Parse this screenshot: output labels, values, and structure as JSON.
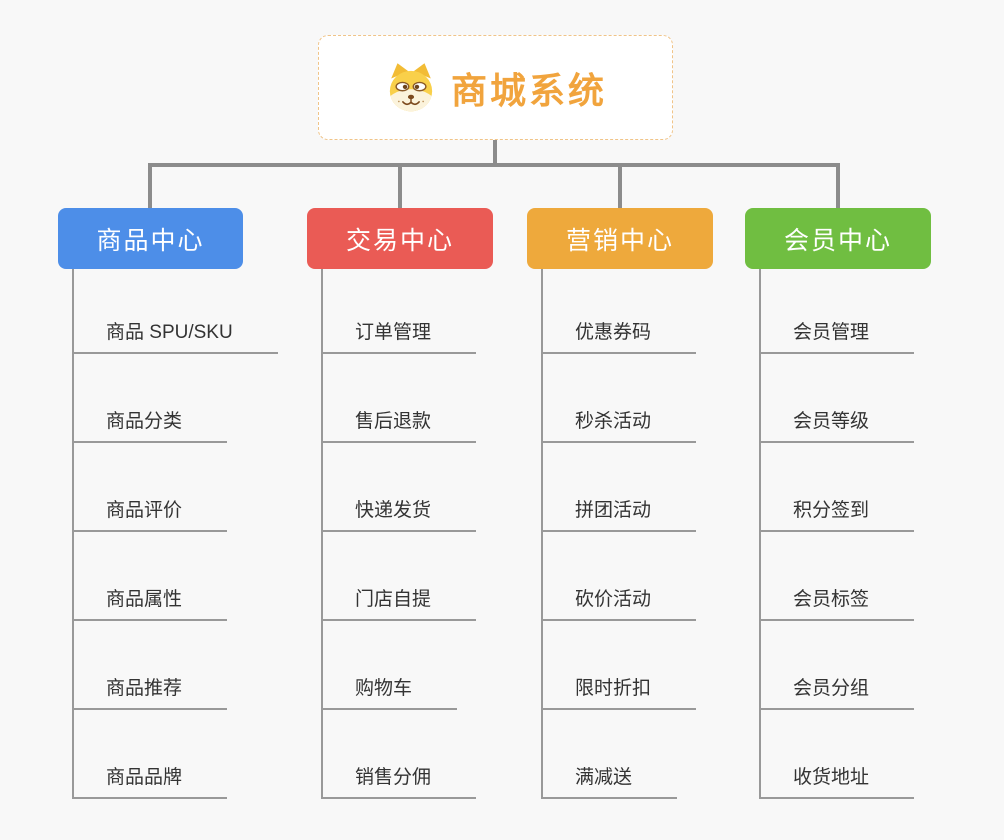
{
  "root": {
    "title": "商城系统",
    "icon": "dog-face-icon",
    "accent_color": "#f1a43d",
    "border_color": "#f0c488"
  },
  "connector_color": "#8c8c8c",
  "branches": [
    {
      "label": "商品中心",
      "color": "#4d8ee8",
      "items": [
        "商品 SPU/SKU",
        "商品分类",
        "商品评价",
        "商品属性",
        "商品推荐",
        "商品品牌"
      ]
    },
    {
      "label": "交易中心",
      "color": "#ea5b55",
      "items": [
        "订单管理",
        "售后退款",
        "快递发货",
        "门店自提",
        "购物车",
        "销售分佣"
      ]
    },
    {
      "label": "营销中心",
      "color": "#eea93c",
      "items": [
        "优惠券码",
        "秒杀活动",
        "拼团活动",
        "砍价活动",
        "限时折扣",
        "满减送"
      ]
    },
    {
      "label": "会员中心",
      "color": "#70be41",
      "items": [
        "会员管理",
        "会员等级",
        "积分签到",
        "会员标签",
        "会员分组",
        "收货地址"
      ]
    }
  ]
}
